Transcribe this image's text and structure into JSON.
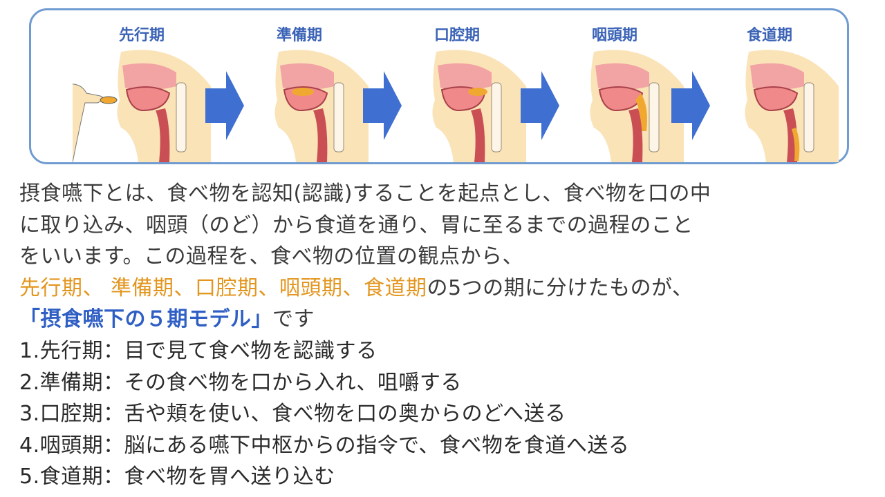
{
  "diagram": {
    "stages": [
      "先行期",
      "準備期",
      "口腔期",
      "咽頭期",
      "食道期"
    ]
  },
  "intro": {
    "line1": "摂食嚥下とは、食べ物を認知(認識)することを起点とし、食べ物を口の中",
    "line2": "に取り込み、咽頭（のど）から食道を通り、胃に至るまでの過程のこと",
    "line3": "をいいます。この過程を、食べ物の位置の観点から、",
    "phase_names": "先行期、 準備期、口腔期、咽頭期、食道期",
    "line4_rest": "の5つの期に分けたものが、",
    "model_name": "「摂食嚥下の５期モデル」",
    "line5_rest": "です"
  },
  "steps": [
    "1.先行期：目で見て食べ物を認識する",
    "2.準備期：その食べ物を口から入れ、咀嚼する",
    "3.口腔期：舌や頬を使い、食べ物を口の奥からのどへ送る",
    "4.咽頭期：脳にある嚥下中枢からの指令で、食べ物を食道へ送る",
    "5.食道期：食べ物を胃へ送り込む"
  ],
  "colors": {
    "accent_blue": "#2f5fc4",
    "accent_orange": "#e3961f",
    "arrow_blue": "#3f6fd0",
    "frame": "#6f9bd1",
    "skin": "#fbe3b8",
    "tissue": "#f08a8a",
    "bolus": "#f0a830"
  }
}
